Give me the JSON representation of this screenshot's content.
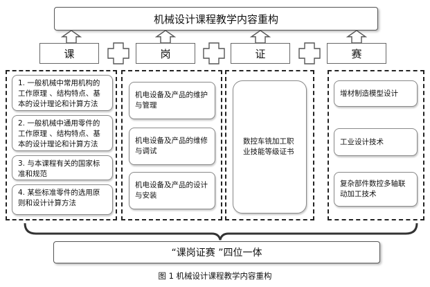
{
  "title": "机械设计课程教学内容重构",
  "headers": [
    "课",
    "岗",
    "证",
    "赛"
  ],
  "ke_items": [
    "1. 一般机械中常用机构的工作原理 、结构特点、基本的设计理论和计算方法",
    "2. 一般机械中通用零件的工作原理 、结构特点、基本的设计理论和计算方法",
    "3. 与本课程有关的国家标准和规范",
    "4. 某些标准零件的选用原则和设计计算方法"
  ],
  "gang_items": [
    "机电设备及产品的维护与管理",
    "机电设备及产品的维修与调试",
    "机电设备及产品的设计与安装"
  ],
  "zheng_item": "数控车铣加工职业技能等级证书",
  "sai_items": [
    "增材制造模型设计",
    "工业设计技术",
    "复杂部件数控多轴联动加工技术"
  ],
  "bottom": "“课岗证赛 ”四位一体",
  "caption": "图 1  机械设计课程教学内容重构"
}
